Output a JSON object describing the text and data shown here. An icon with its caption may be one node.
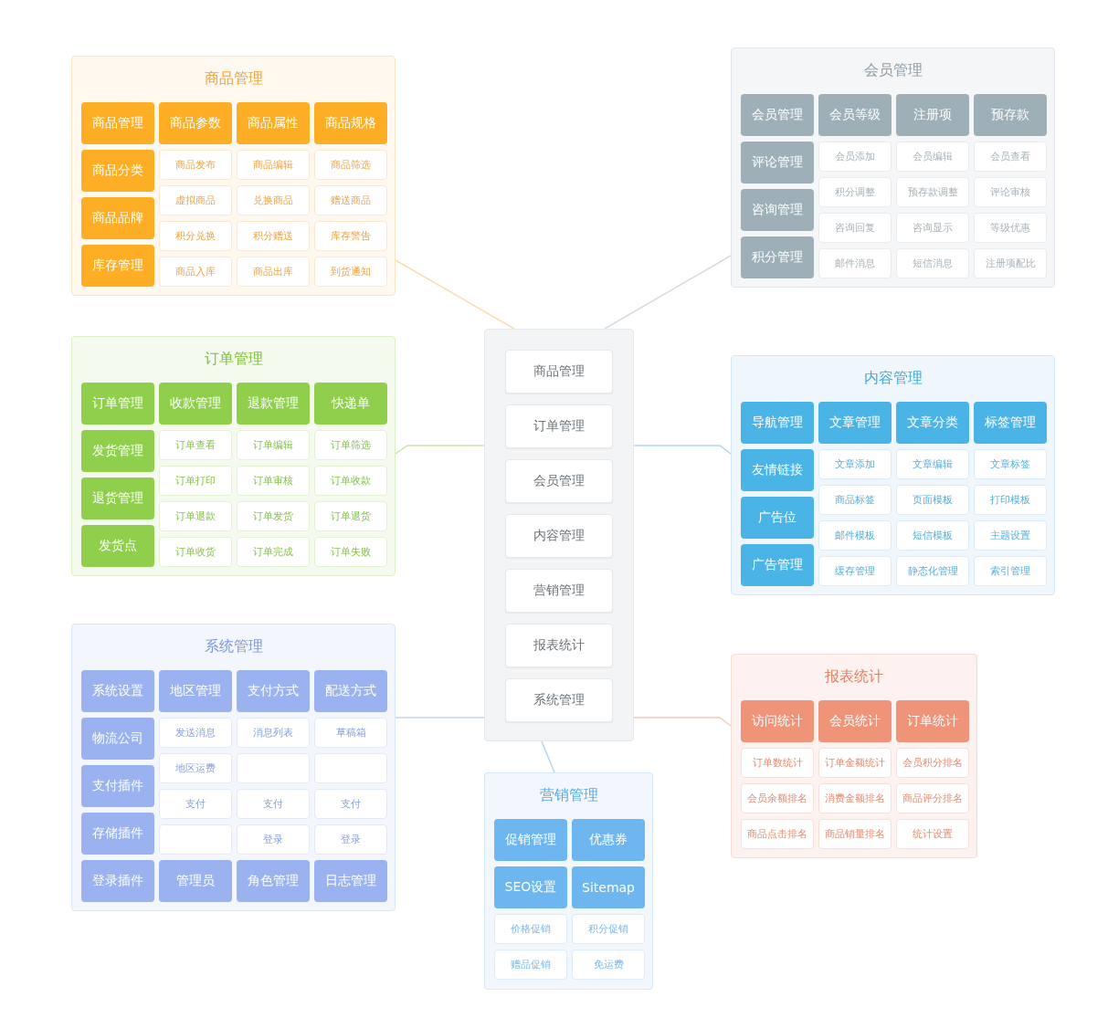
{
  "diagram": {
    "nodes": [
      {
        "text": [],
        "shape": "box"
      },
      {
        "text": [
          "商品管理"
        ],
        "in": 0
      },
      {
        "text": [
          "订单管理"
        ],
        "in": 0
      },
      {
        "text": [
          "会员管理"
        ],
        "in": 0
      },
      {
        "text": [
          "内容管理"
        ],
        "in": 0
      },
      {
        "text": [
          "营销管理"
        ],
        "in": 0
      },
      {
        "text": [
          "报表统计"
        ],
        "in": 0
      },
      {
        "text": [
          "系统管理"
        ],
        "in": 0
      },
      {
        "text": [
          "商品管理"
        ]
      },
      {
        "text": [
          "商品管理"
        ],
        "in": 8
      },
      {
        "text": [
          "商品参数"
        ],
        "in": 8
      },
      {
        "text": [
          "商品属性"
        ],
        "in": 8
      },
      {
        "text": [
          "商品规格"
        ],
        "in": 8
      },
      {
        "text": [
          "商品分类"
        ],
        "in": 8
      },
      {
        "text": [
          "商品品牌"
        ],
        "in": 8
      },
      {
        "text": [
          "库存管理"
        ],
        "in": 8
      },
      {
        "text": [
          "商品发布"
        ],
        "in": 8
      },
      {
        "text": [
          "商品编辑"
        ],
        "in": 8
      },
      {
        "text": [
          "商品筛选"
        ],
        "in": 8
      },
      {
        "text": [
          "虚拟商品"
        ],
        "in": 8
      },
      {
        "text": [
          "兑换商品"
        ],
        "in": 8
      },
      {
        "text": [
          "赠送商品"
        ],
        "in": 8
      },
      {
        "text": [
          "积分兑换"
        ],
        "in": 8
      },
      {
        "text": [
          "积分赠送"
        ],
        "in": 8
      },
      {
        "text": [
          "库存警告"
        ],
        "in": 8
      },
      {
        "text": [
          "商品入库"
        ],
        "in": 8
      },
      {
        "text": [
          "商品出库"
        ],
        "in": 8
      },
      {
        "text": [
          "到货通知"
        ],
        "in": 8
      },
      {
        "text": [
          "会员管理"
        ]
      },
      {
        "text": [
          "会员管理"
        ],
        "in": 28
      },
      {
        "text": [
          "会员等级"
        ],
        "in": 28
      },
      {
        "text": [
          "注册项"
        ],
        "in": 28
      },
      {
        "text": [
          "预存款"
        ],
        "in": 28
      },
      {
        "text": [
          "评论管理"
        ],
        "in": 28
      },
      {
        "text": [
          "咨询管理"
        ],
        "in": 28
      },
      {
        "text": [
          "积分管理"
        ],
        "in": 28
      },
      {
        "text": [
          "会员添加"
        ],
        "in": 28
      },
      {
        "text": [
          "会员编辑"
        ],
        "in": 28
      },
      {
        "text": [
          "会员查看"
        ],
        "in": 28
      },
      {
        "text": [
          "积分调整"
        ],
        "in": 28
      },
      {
        "text": [
          "预存款调整"
        ],
        "in": 28
      },
      {
        "text": [
          "评论审核"
        ],
        "in": 28
      },
      {
        "text": [
          "咨询回复"
        ],
        "in": 28
      },
      {
        "text": [
          "咨询显示"
        ],
        "in": 28
      },
      {
        "text": [
          "等级优惠"
        ],
        "in": 28
      },
      {
        "text": [
          "邮件消息"
        ],
        "in": 28
      },
      {
        "text": [
          "短信消息"
        ],
        "in": 28
      },
      {
        "text": [
          "注册项配比"
        ],
        "in": 28
      },
      {
        "text": [
          "订单管理"
        ]
      },
      {
        "text": [
          "订单管理"
        ],
        "in": 48
      },
      {
        "text": [
          "收款管理"
        ],
        "in": 48
      },
      {
        "text": [
          "退款管理"
        ],
        "in": 48
      },
      {
        "text": [
          "快递单"
        ],
        "in": 48
      },
      {
        "text": [
          "发货管理"
        ],
        "in": 48
      },
      {
        "text": [
          "退货管理"
        ],
        "in": 48
      },
      {
        "text": [
          "发货点"
        ],
        "in": 48
      },
      {
        "text": [
          "订单查看"
        ],
        "in": 48
      },
      {
        "text": [
          "订单编辑"
        ],
        "in": 48
      },
      {
        "text": [
          "订单筛选"
        ],
        "in": 48
      },
      {
        "text": [
          "订单打印"
        ],
        "in": 48
      },
      {
        "text": [
          "订单审核"
        ],
        "in": 48
      },
      {
        "text": [
          "订单收款"
        ],
        "in": 48
      },
      {
        "text": [
          "订单退款"
        ],
        "in": 48
      },
      {
        "text": [
          "订单发货"
        ],
        "in": 48
      },
      {
        "text": [
          "订单退货"
        ],
        "in": 48
      },
      {
        "text": [
          "订单收货"
        ],
        "in": 48
      },
      {
        "text": [
          "订单完成"
        ],
        "in": 48
      },
      {
        "text": [
          "订单失败"
        ],
        "in": 48
      },
      {
        "text": [
          "内容管理"
        ]
      },
      {
        "text": [
          "导航管理"
        ],
        "in": 68
      },
      {
        "text": [
          "文章管理"
        ],
        "in": 68
      },
      {
        "text": [
          "文章分类"
        ],
        "in": 68
      },
      {
        "text": [
          "标签管理"
        ],
        "in": 68
      },
      {
        "text": [
          "友情链接"
        ],
        "in": 68
      },
      {
        "text": [
          "广告位"
        ],
        "in": 68
      },
      {
        "text": [
          "广告管理"
        ],
        "in": 68
      },
      {
        "text": [
          "文章添加"
        ],
        "in": 68
      },
      {
        "text": [
          "文章编辑"
        ],
        "in": 68
      },
      {
        "text": [
          "文章标签"
        ],
        "in": 68
      },
      {
        "text": [
          "商品标签"
        ],
        "in": 68
      },
      {
        "text": [
          "页面模板"
        ],
        "in": 68
      },
      {
        "text": [
          "打印模板"
        ],
        "in": 68
      },
      {
        "text": [
          "邮件模板"
        ],
        "in": 68
      },
      {
        "text": [
          "短信模板"
        ],
        "in": 68
      },
      {
        "text": [
          "主题设置"
        ],
        "in": 68
      },
      {
        "text": [
          "缓存管理"
        ],
        "in": 68
      },
      {
        "text": [
          "静态化管理"
        ],
        "in": 68
      },
      {
        "text": [
          "索引管理"
        ],
        "in": 68
      },
      {
        "text": [
          "系统管理"
        ]
      },
      {
        "text": [
          "系统设置"
        ],
        "in": 88
      },
      {
        "text": [
          "地区管理"
        ],
        "in": 88
      },
      {
        "text": [
          "支付方式"
        ],
        "in": 88
      },
      {
        "text": [
          "配送方式"
        ],
        "in": 88
      },
      {
        "text": [
          "物流公司"
        ],
        "in": 88
      },
      {
        "text": [
          "支付插件"
        ],
        "in": 88
      },
      {
        "text": [
          "存储插件"
        ],
        "in": 88
      },
      {
        "text": [
          "发送消息"
        ],
        "in": 88
      },
      {
        "text": [
          "消息列表"
        ],
        "in": 88
      },
      {
        "text": [
          "草稿箱"
        ],
        "in": 88
      },
      {
        "text": [
          "地区运费"
        ],
        "in": 88
      },
      {
        "text": [],
        "shape": "box",
        "in": 88
      },
      {
        "text": [],
        "shape": "box",
        "in": 88
      },
      {
        "text": [
          "支付"
        ],
        "in": 88
      },
      {
        "text": [
          "支付"
        ],
        "in": 88
      },
      {
        "text": [
          "支付"
        ],
        "in": 88
      },
      {
        "text": [],
        "shape": "box",
        "in": 88
      },
      {
        "text": [
          "登录"
        ],
        "in": 88
      },
      {
        "text": [
          "登录"
        ],
        "in": 88
      },
      {
        "text": [
          "登录插件"
        ],
        "in": 88
      },
      {
        "text": [
          "管理员"
        ],
        "in": 88
      },
      {
        "text": [
          "角色管理"
        ],
        "in": 88
      },
      {
        "text": [
          "日志管理"
        ],
        "in": 88
      },
      {
        "text": [
          "报表统计"
        ]
      },
      {
        "text": [
          "访问统计"
        ],
        "in": 112
      },
      {
        "text": [
          "会员统计"
        ],
        "in": 112
      },
      {
        "text": [
          "订单统计"
        ],
        "in": 112
      },
      {
        "text": [
          "订单数统计"
        ],
        "in": 112
      },
      {
        "text": [
          "订单金额统计"
        ],
        "in": 112
      },
      {
        "text": [
          "会员积分排名"
        ],
        "in": 112
      },
      {
        "text": [
          "会员余额排名"
        ],
        "in": 112
      },
      {
        "text": [
          "消费金额排名"
        ],
        "in": 112
      },
      {
        "text": [
          "商品评分排名"
        ],
        "in": 112
      },
      {
        "text": [
          "商品点击排名"
        ],
        "in": 112
      },
      {
        "text": [
          "商品销量排名"
        ],
        "in": 112
      },
      {
        "text": [
          "统计设置"
        ],
        "in": 112
      },
      {
        "text": [
          "营销管理"
        ]
      },
      {
        "text": [
          "促销管理"
        ],
        "in": 125
      },
      {
        "text": [
          "优惠券"
        ],
        "in": 125
      },
      {
        "text": [
          "SEO设置"
        ],
        "in": 125
      },
      {
        "text": [
          "Sitemap"
        ],
        "in": 125
      },
      {
        "text": [
          "价格促销"
        ],
        "in": 125
      },
      {
        "text": [
          "积分促销"
        ],
        "in": 125
      },
      {
        "text": [
          "赠品促销"
        ],
        "in": 125
      },
      {
        "text": [
          "免运费"
        ],
        "in": 125
      }
    ],
    "edges": [
      {
        "from": 0,
        "to": 8,
        "arrow": "none",
        "color": "#fcdcb0"
      },
      {
        "from": 0,
        "to": 28,
        "arrow": "none",
        "color": "#d3dde3"
      },
      {
        "from": 0,
        "to": 48,
        "arrow": "none",
        "color": "#c6e6a4"
      },
      {
        "from": 0,
        "to": 68,
        "arrow": "none",
        "color": "#acd8f2"
      },
      {
        "from": 0,
        "to": 88,
        "arrow": "none",
        "color": "#c6d3f4"
      },
      {
        "from": 0,
        "to": 112,
        "arrow": "none",
        "color": "#f7c9bb"
      },
      {
        "from": 0,
        "to": 125,
        "arrow": "none",
        "color": "#b5d6ee"
      }
    ]
  }
}
